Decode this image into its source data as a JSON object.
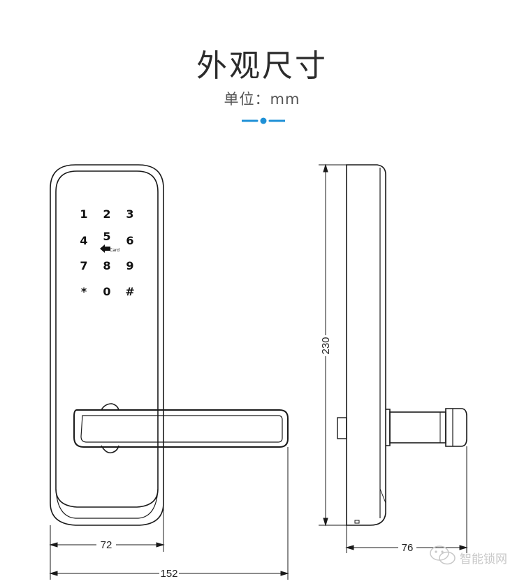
{
  "header": {
    "title": "外观尺寸",
    "unit_label": "单位：mm",
    "accent_color": "#1e90d6"
  },
  "front_view": {
    "keypad": [
      "1",
      "2",
      "3",
      "4",
      "5",
      "6",
      "7",
      "8",
      "9",
      "*",
      "0",
      "#"
    ],
    "card_label": "Card"
  },
  "dimensions": {
    "body_width": "72",
    "total_width": "152",
    "height": "230",
    "depth": "76"
  },
  "watermark": {
    "text": "智能锁网"
  }
}
